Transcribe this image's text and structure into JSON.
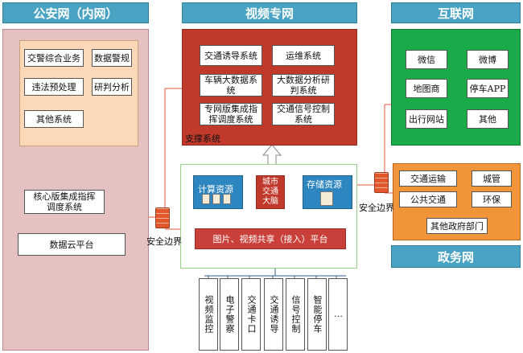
{
  "headers": {
    "police": "公安网（内网）",
    "video": "视频专网",
    "internet": "互联网",
    "gov": "政务网"
  },
  "police_net": {
    "top_items": [
      "交警综合业务",
      "数据警规",
      "违法预处理",
      "研判分析",
      "其他系统"
    ],
    "core": "核心版集成指挥调度系统",
    "cloud": "数据云平台"
  },
  "video_net": {
    "items": [
      "交通诱导系统",
      "运维系统",
      "车辆大数据系统",
      "大数据分析研判系统",
      "专网版集成指挥调度系统",
      "交通信号控制系统"
    ],
    "support_label": "支撑系统"
  },
  "center": {
    "compute": "计算资源",
    "brain": "城市交通大脑",
    "storage": "存储资源",
    "platform": "图片、视频共享（接入）平台"
  },
  "sources": [
    "视频监控",
    "电子警察",
    "交通卡口",
    "交通诱导",
    "信号控制",
    "智能停车",
    "…"
  ],
  "internet": {
    "items": [
      "微信",
      "微博",
      "地图商",
      "停车APP",
      "出行网站",
      "其他"
    ]
  },
  "gov": {
    "items": [
      "交通运输",
      "城管",
      "公共交通",
      "环保",
      "其他政府部门"
    ]
  },
  "boundary_label": "安全边界",
  "colors": {
    "header_blue": "#4aa3c2",
    "police_pink": "#e5c1c2",
    "peach": "#fbd9b8",
    "video_red": "#c0392b",
    "internet_green": "#1aaa4a",
    "gov_orange": "#f0953a",
    "platform_red": "#c9403a",
    "compute_blue": "#2e86c1",
    "firewall_orange": "#e2572b"
  }
}
